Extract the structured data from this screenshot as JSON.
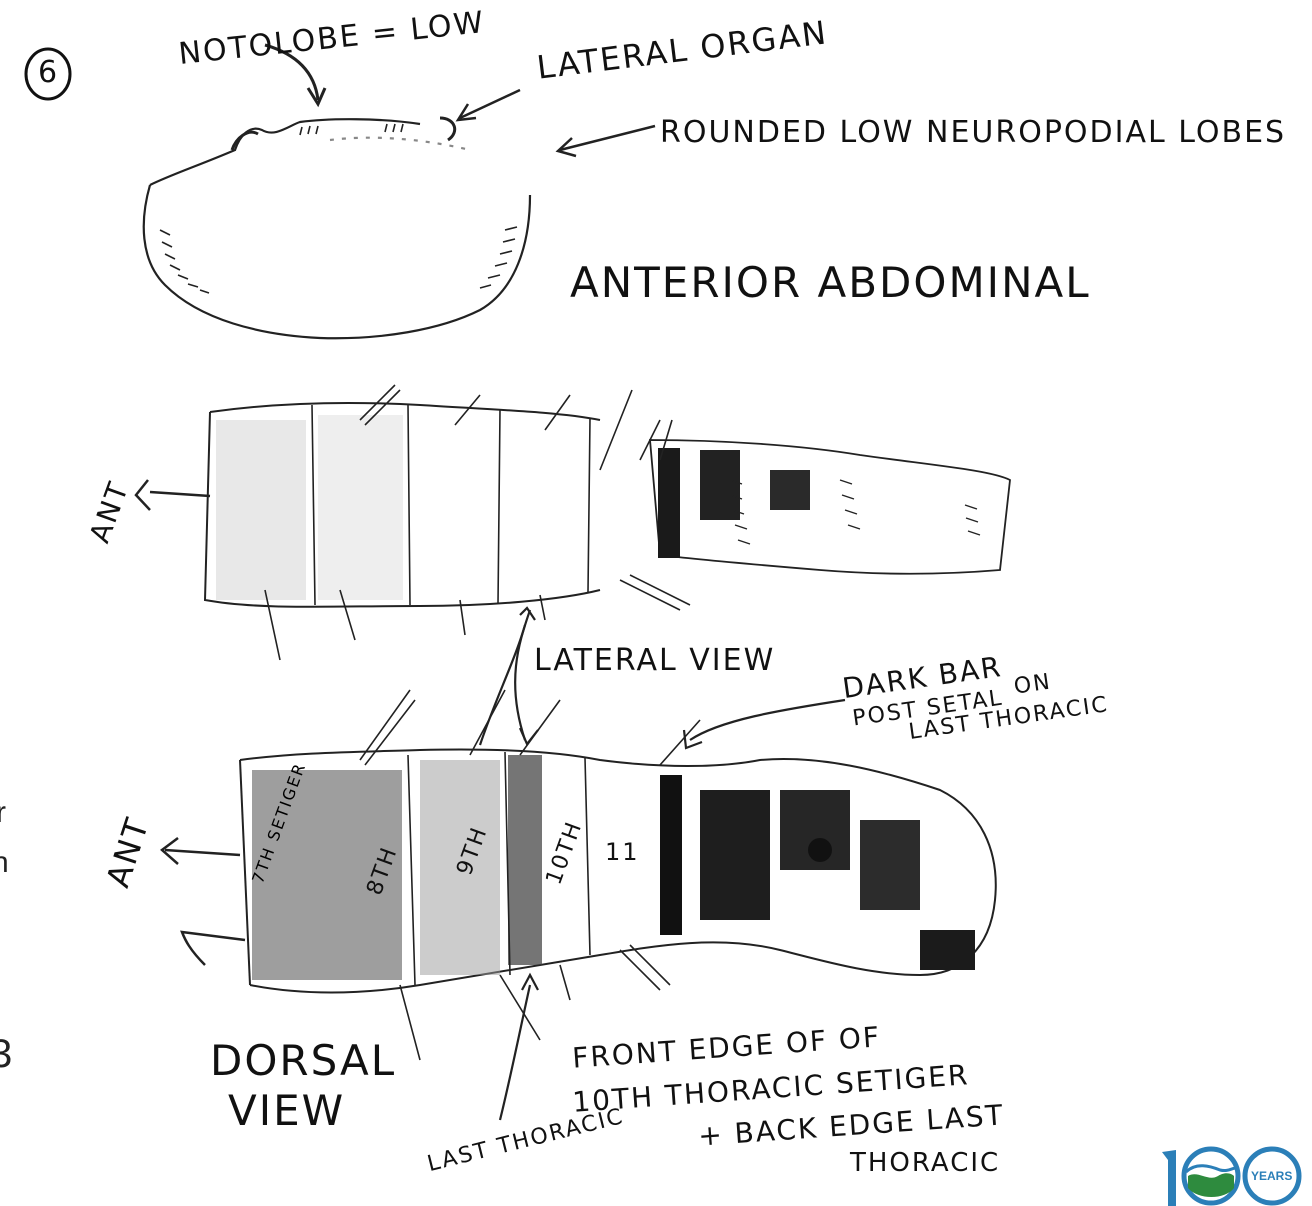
{
  "figure_number": "6",
  "top_labels": {
    "notolobe": "NOTOLOBE = LOW",
    "lateral_organ": "LATERAL ORGAN",
    "neuropodial": "ROUNDED LOW NEUROPODIAL LOBES",
    "section": "ANTERIOR ABDOMINAL"
  },
  "lateral": {
    "ant_label": "ANT",
    "view_label": "LATERAL VIEW"
  },
  "dorsal": {
    "ant_label": "ANT",
    "view_line1": "DORSAL",
    "view_line2": "VIEW",
    "dark_bar_line1": "DARK BAR",
    "dark_bar_line2": "ON",
    "dark_bar_line3": "POST SETAL",
    "dark_bar_line4": "LAST THORACIC",
    "seg_7": "7TH SETIGER",
    "seg_8": "8TH",
    "seg_9": "9TH",
    "seg_10": "10TH",
    "seg_11": "11",
    "last_thoracic": "LAST THORACIC",
    "front_edge_line1": "FRONT EDGE OF OF",
    "front_edge_line2": "10TH THORACIC SETIGER",
    "front_edge_line3": "+ BACK EDGE LAST",
    "front_edge_line4": "THORACIC"
  },
  "left_edge_fragments": [
    "r",
    "n",
    "3"
  ],
  "logo": {
    "years_text": "YEARS",
    "colors": {
      "blue": "#2b7fb8",
      "green": "#2e8b3e"
    }
  },
  "colors": {
    "ink": "#111111",
    "shade": "#333333",
    "background": "#ffffff"
  }
}
